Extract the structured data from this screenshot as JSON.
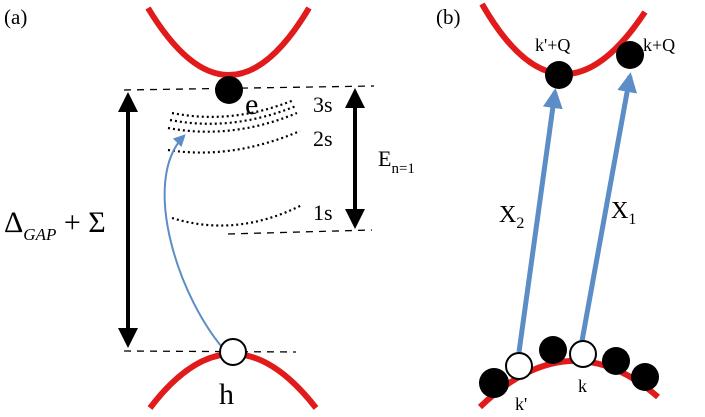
{
  "panels": {
    "a": {
      "label": "(a)",
      "electron_label": "e",
      "hole_label": "h",
      "gap_label": {
        "delta": "Δ",
        "subscript": "GAP",
        "rest": " + Σ"
      },
      "energy_label": {
        "main": "E",
        "subscript": "n=1"
      },
      "rydberg_levels": [
        "3s",
        "2s",
        "1s"
      ]
    },
    "b": {
      "label": "(b)",
      "upper_labels": {
        "left": "k'+Q",
        "right": "k+Q"
      },
      "lower_labels": {
        "left": "k'",
        "right": "k"
      },
      "transitions": [
        {
          "main": "X",
          "subscript": "2"
        },
        {
          "main": "X",
          "subscript": "1"
        }
      ]
    }
  },
  "colors": {
    "band": "#e11b1b",
    "arrow_blue": "#5b8ec6",
    "curve_blue": "#5b8ec6",
    "black": "#000000"
  }
}
